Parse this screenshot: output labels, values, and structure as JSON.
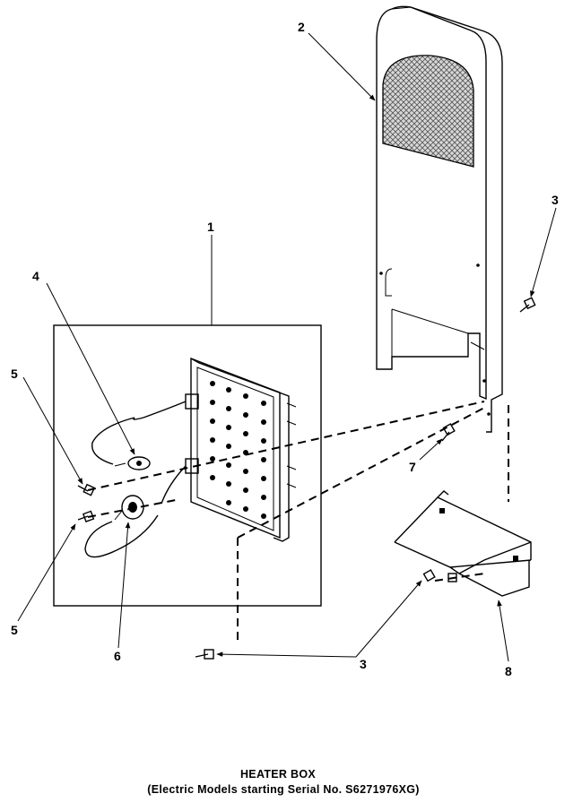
{
  "diagram": {
    "callouts": {
      "c1": "1",
      "c2": "2",
      "c3_upper": "3",
      "c3_lower": "3",
      "c4": "4",
      "c5_upper": "5",
      "c5_lower": "5",
      "c6": "6",
      "c7": "7",
      "c8": "8"
    },
    "caption": {
      "title": "HEATER BOX",
      "subtitle": "(Electric Models starting Serial No. S6271976XG)"
    }
  }
}
